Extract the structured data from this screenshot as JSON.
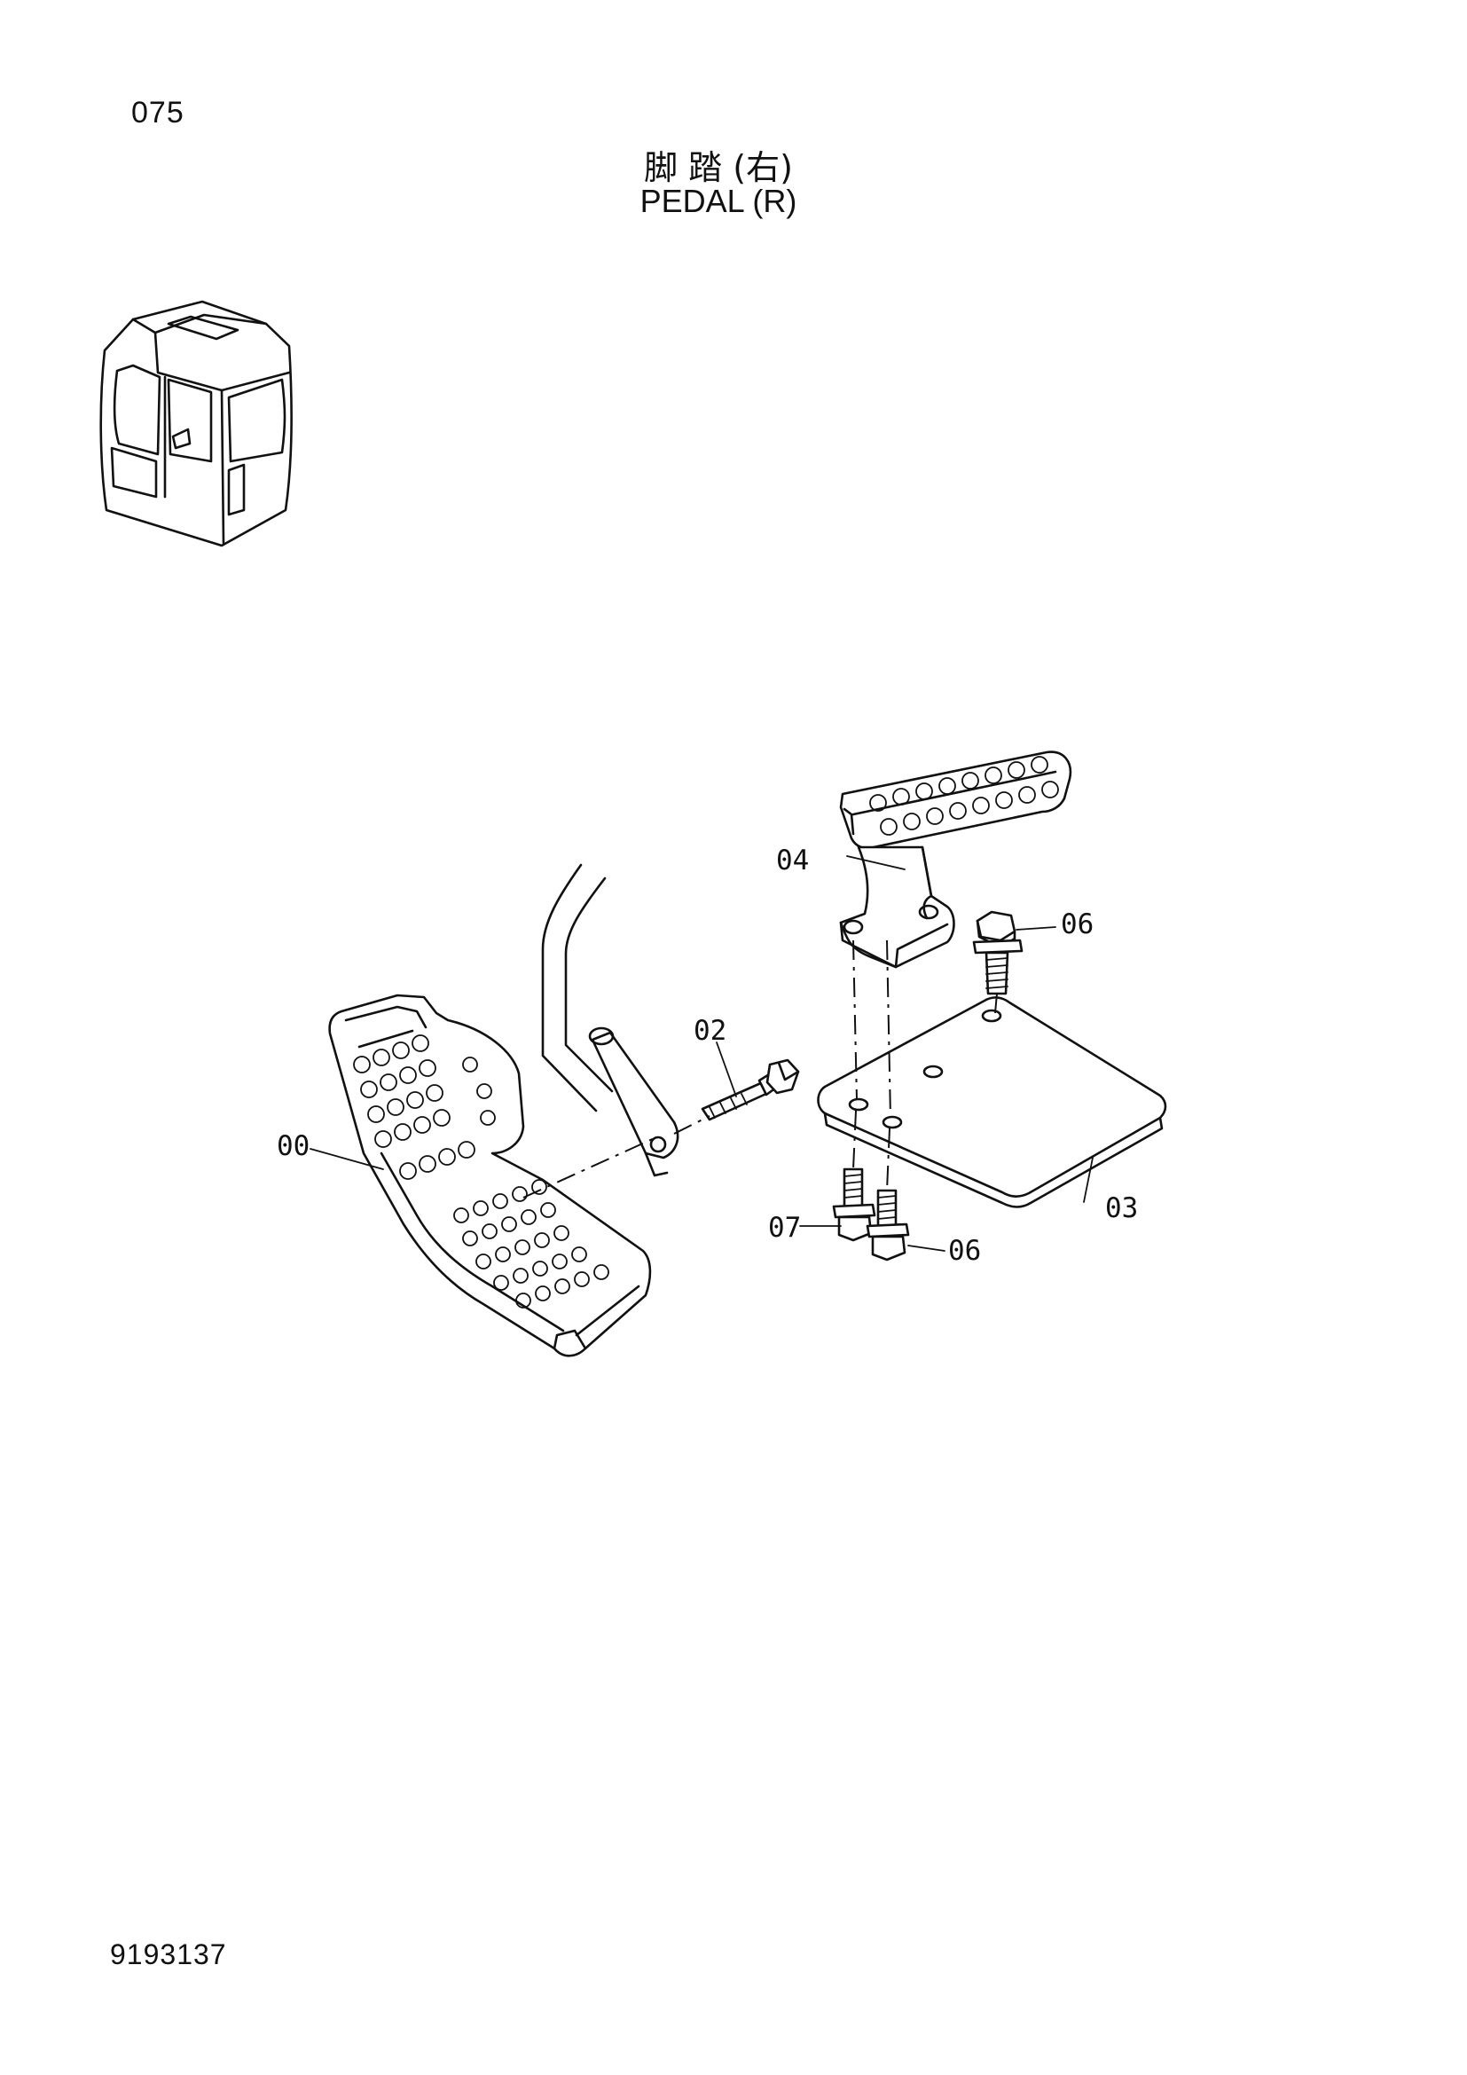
{
  "page": {
    "number": "075",
    "title_cn": "脚 踏 (右)",
    "title_en": "PEDAL (R)",
    "doc_code": "9193137"
  },
  "parts": [
    {
      "id": "p00",
      "label": "00"
    },
    {
      "id": "p02",
      "label": "02"
    },
    {
      "id": "p03",
      "label": "03"
    },
    {
      "id": "p04",
      "label": "04"
    },
    {
      "id": "p06a",
      "label": "06"
    },
    {
      "id": "p06b",
      "label": "06"
    },
    {
      "id": "p07",
      "label": "07"
    }
  ]
}
